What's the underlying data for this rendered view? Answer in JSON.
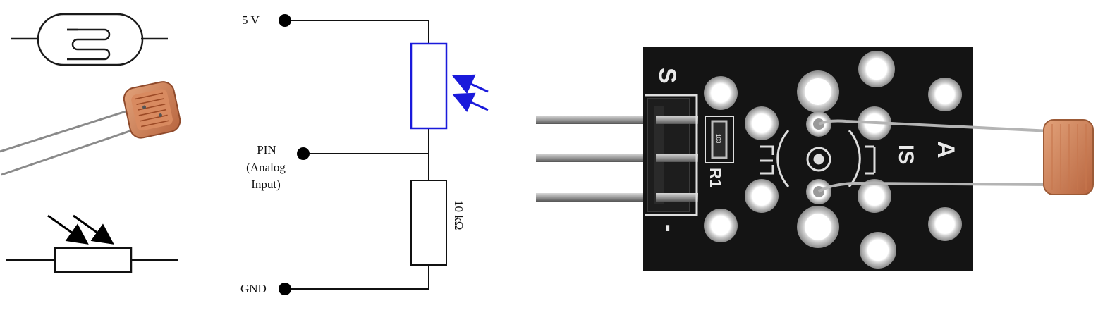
{
  "schematic": {
    "vcc_label": "5 V",
    "pin_label_line1": "PIN",
    "pin_label_line2": "(Analog",
    "pin_label_line3": "Input)",
    "gnd_label": "GND",
    "resistor_label": "10 kΩ",
    "ldr_color": "#1a1adb",
    "wire_color": "#111111"
  },
  "module": {
    "pin_signal": "S",
    "pin_minus": "-",
    "resistor_ref": "R1",
    "resistor_code": "103",
    "label_a": "A",
    "label_is": "IS",
    "board_color": "#141414"
  },
  "icons": [
    "ldr-symbol-icon",
    "ldr-photo-icon",
    "photoresistor-symbol-icon",
    "light-arrows-icon"
  ]
}
